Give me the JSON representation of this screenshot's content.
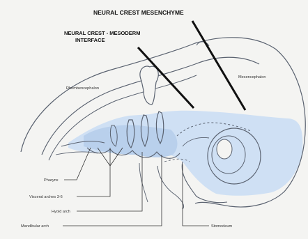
{
  "labels": {
    "neural_crest_mesenchyme": "NEURAL CREST MESENCHYME",
    "interface_line1": "NEURAL CREST - MESODERM",
    "interface_line2": "INTERFACE",
    "rhombencephalon": "Rhombencephalon",
    "mesencephalon": "Mesencephalon",
    "pharynx": "Pharynx",
    "visceral_arches": "Visceral arches 3-6",
    "hyoid_arch": "Hyoid arch",
    "mandibular_arch": "Mandibular arch",
    "stomodeum": "Stomodeum"
  },
  "colors": {
    "background": "#f4f4f2",
    "embryo_outline": "#5a6270",
    "mesenchyme_fill": "#cfe0f4",
    "mesenchyme_fill_dark": "#b9d0ec",
    "pointer_line": "#111111",
    "label_text": "#222222"
  }
}
